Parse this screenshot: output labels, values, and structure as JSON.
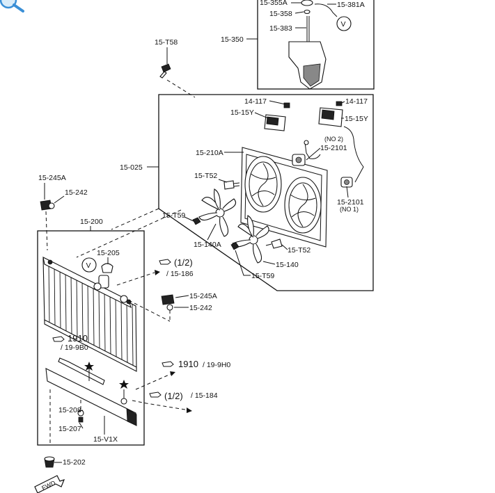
{
  "labels": {
    "p15_355A": "15-355A",
    "p15_381A": "15-381A",
    "p15_358": "15-358",
    "p15_383": "15-383",
    "p15_350": "15-350",
    "p15_T58": "15-T58",
    "p14_117a": "14-117",
    "p14_117b": "14-117",
    "p15_15Ya": "15-15Y",
    "p15_15Yb": "15-15Y",
    "p15_210A": "15-210A",
    "p15_2101a": "15-2101",
    "no2": "(NO 2)",
    "p15_2101b": "15-2101",
    "no1": "(NO 1)",
    "p15_025": "15-025",
    "p15_T52a": "15-T52",
    "p15_T52b": "15-T52",
    "p15_T59a": "15-T59",
    "p15_T59b": "15-T59",
    "p15_140A": "15-140A",
    "p15_140": "15-140",
    "p15_245Aa": "15-245A",
    "p15_242a": "15-242",
    "p15_245Ab": "15-245A",
    "p15_242b": "15-242",
    "p15_200": "15-200",
    "p15_205": "15-205",
    "ref_half_a": "(1/2)",
    "ref_186": "/ 15-186",
    "ref_1910a": "1910",
    "ref_19_9B0": "/ 19-9B0",
    "ref_1910b": "1910",
    "ref_19_9H0": "/ 19-9H0",
    "ref_half_b": "(1/2)",
    "ref_184": "/ 15-184",
    "p15_208": "15-208",
    "p15_207": "15-207",
    "p15_V1X": "15-V1X",
    "p15_202": "15-202",
    "v_mark": "V",
    "fwd": "FWD"
  },
  "icons": [
    "zoom-icon",
    "pointing-hand-icon",
    "star-icon"
  ]
}
